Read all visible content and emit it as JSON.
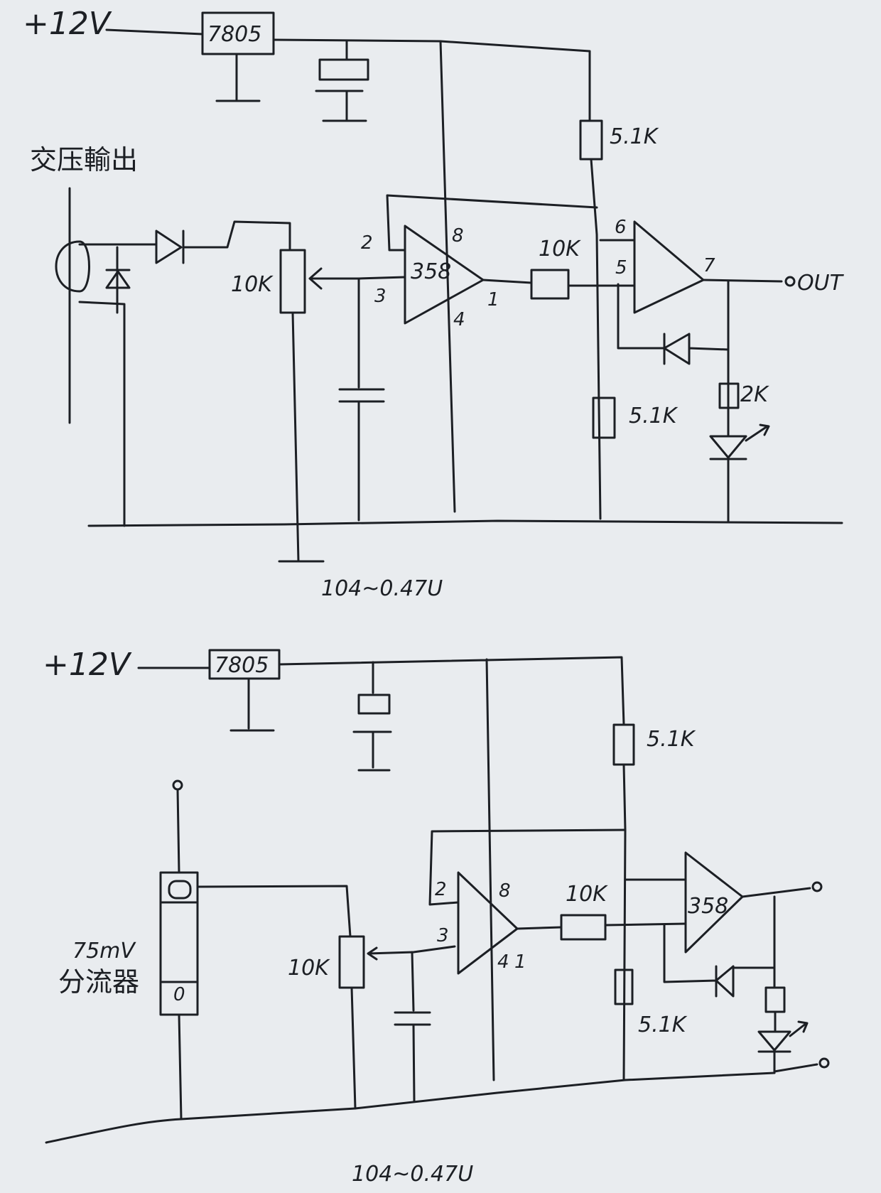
{
  "circuit_top": {
    "supply": "+12V",
    "regulator": "7805",
    "source_label": "交压輸出",
    "pot": "10K",
    "opamp": "358",
    "pins": {
      "p2": "2",
      "p8": "8",
      "p3": "3",
      "p4": "4",
      "p1": "1",
      "p6": "6",
      "p5": "5",
      "p7": "7"
    },
    "r_input": "10K",
    "r_top": "5.1K",
    "r_bottom": "5.1K",
    "r_led": "2K",
    "output": "OUT",
    "cap_value": "104~0.47U"
  },
  "circuit_bottom": {
    "supply": "+12V",
    "regulator": "7805",
    "r_top": "5.1K",
    "shunt_label_1": "75mV",
    "shunt_label_2": "分流器",
    "shunt_terminal": "0",
    "pot": "10K",
    "pins": {
      "p2": "2",
      "p8": "8",
      "p3": "3",
      "p4": "4",
      "p1": "1"
    },
    "r_input": "10K",
    "opamp2": "358",
    "r_bottom": "5.1K",
    "cap_value": "104~0.47U"
  }
}
